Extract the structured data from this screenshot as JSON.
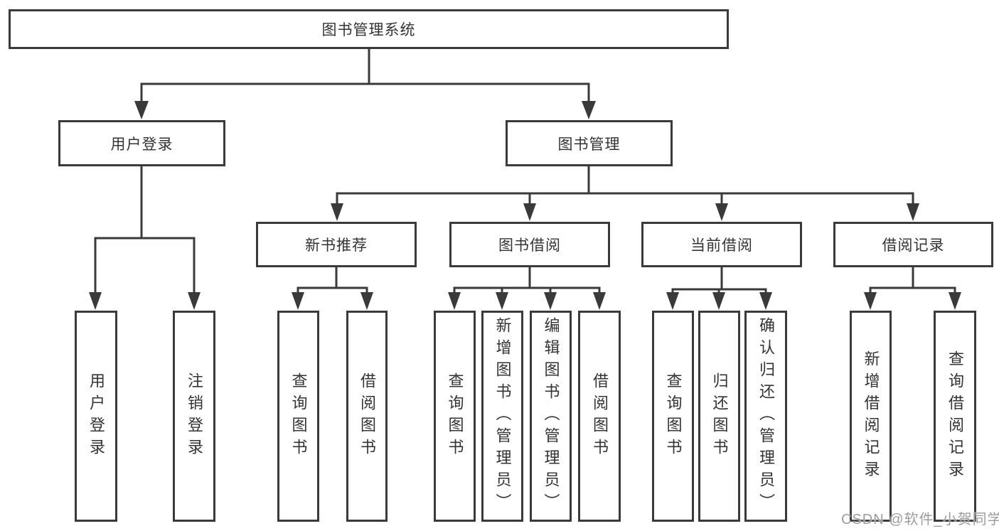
{
  "diagram": {
    "title": "图书管理系统",
    "level2": {
      "user_login": "用户登录",
      "book_mgmt": "图书管理"
    },
    "level3": {
      "new_book_rec": "新书推荐",
      "book_borrow": "图书借阅",
      "current_borrow": "当前借阅",
      "borrow_records": "借阅记录"
    },
    "leaves": {
      "user_login_login": "用户登录",
      "user_login_logout": "注销登录",
      "rec_query_books": "查询图书",
      "rec_borrow_books": "借阅图书",
      "bb_query_books": "查询图书",
      "bb_add_books": "新增图书（管理员）",
      "bb_edit_books": "编辑图书（管理员）",
      "bb_borrow_books": "借阅图书",
      "cb_query_books": "查询图书",
      "cb_return_books": "归还图书",
      "cb_confirm_return": "确认归还（管理员）",
      "br_add_record": "新增借阅记录",
      "br_query_record": "查询借阅记录"
    }
  },
  "watermark": "CSDN @软件_小贺同学",
  "colors": {
    "line": "#3a3a3a",
    "text": "#333333",
    "watermark": "#9c9c9c",
    "background": "#ffffff"
  }
}
